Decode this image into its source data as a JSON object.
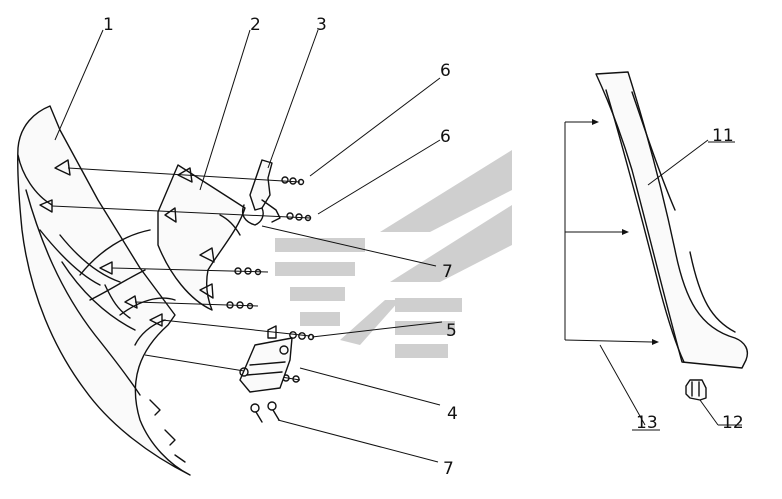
{
  "colors": {
    "line": "#111111",
    "watermark": "#cfcfcf",
    "background": "#ffffff"
  },
  "callouts": {
    "c1": "1",
    "c2": "2",
    "c3": "3",
    "c6a": "6",
    "c6b": "6",
    "c7a": "7",
    "c5": "5",
    "c4": "4",
    "c7b": "7",
    "c11": "11",
    "c12": "12",
    "c13": "13"
  }
}
